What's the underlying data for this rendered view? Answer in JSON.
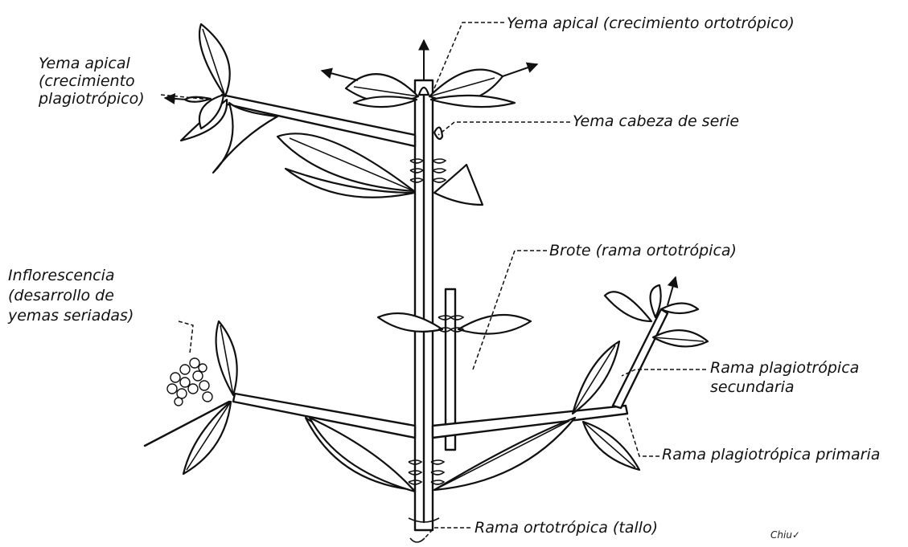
{
  "labels": {
    "yema_apical_ortotropico": "Yema apical (crecimiento ortotrópico)",
    "yema_apical_plagiotropico": [
      "Yema apical",
      "(crecimiento",
      "plagiotrópico)"
    ],
    "yema_cabeza_serie": "Yema cabeza de serie",
    "brote": "Brote (rama ortotrópica)",
    "inflorescencia": [
      "Inflorescencia",
      "(desarrollo de",
      "yemas seriadas)"
    ],
    "rama_plagiotropica_secundaria": [
      "Rama plagiotrópica",
      "secundaria"
    ],
    "rama_plagiotropica_primaria": "Rama plagiotrópica primaria",
    "rama_ortotropica": "Rama ortotrópica (tallo)",
    "signature": "Chiu✓"
  }
}
